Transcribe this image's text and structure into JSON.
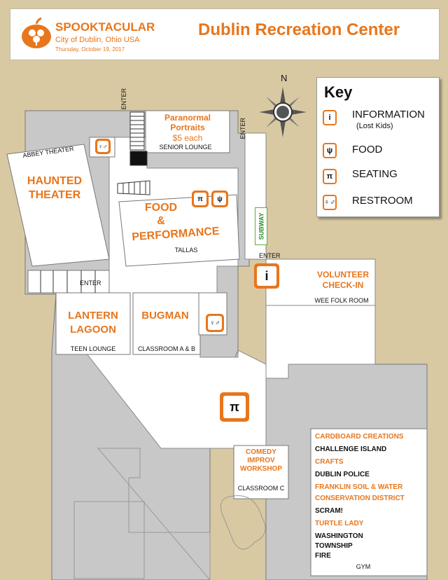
{
  "header": {
    "event_name": "SPOOKTACULAR",
    "city": "City of Dublin, Ohio USA",
    "date": "Thursday, October 19, 2017",
    "venue": "Dublin Recreation Center"
  },
  "key": {
    "title": "Key",
    "compass": "N",
    "items": [
      {
        "icon": "information-icon",
        "label": "INFORMATION",
        "sub": "(Lost Kids)"
      },
      {
        "icon": "food-icon",
        "label": "FOOD"
      },
      {
        "icon": "seating-icon",
        "label": "SEATING"
      },
      {
        "icon": "restroom-icon",
        "label": "RESTROOM"
      }
    ]
  },
  "rooms": {
    "paranormal": {
      "title": "Paranormal Portraits",
      "sub": "$5 each",
      "room": "SENIOR LOUNGE"
    },
    "abbey": {
      "room": "ABBEY THEATER",
      "title_1": "HAUNTED",
      "title_2": "THEATER"
    },
    "food": {
      "title_1": "FOOD",
      "title_2": "&",
      "title_3": "PERFORMANCE",
      "room": "TALLAS"
    },
    "volunteer": {
      "title_1": "VOLUNTEER",
      "title_2": "CHECK-IN",
      "room": "WEE FOLK ROOM"
    },
    "lantern": {
      "title_1": "LANTERN",
      "title_2": "LAGOON",
      "room": "TEEN LOUNGE"
    },
    "bugman": {
      "title": "BUGMAN",
      "room": "CLASSROOM A & B"
    },
    "comedy": {
      "title_1": "COMEDY",
      "title_2": "IMPROV",
      "title_3": "WORKSHOP",
      "room": "CLASSROOM C"
    },
    "gym": {
      "room": "GYM",
      "items": [
        {
          "text": "CARDBOARD CREATIONS",
          "color": "#e8761c"
        },
        {
          "text": "CHALLENGE ISLAND",
          "color": "#111111"
        },
        {
          "text": "CRAFTS",
          "color": "#e8761c"
        },
        {
          "text": "DUBLIN POLICE",
          "color": "#111111"
        },
        {
          "text": "FRANKLIN SOIL & WATER",
          "color": "#e8761c"
        },
        {
          "text": "CONSERVATION DISTRICT",
          "color": "#e8761c"
        },
        {
          "text": "SCRAM!",
          "color": "#111111"
        },
        {
          "text": "TURTLE LADY",
          "color": "#e8761c"
        },
        {
          "text": "WASHINGTON",
          "color": "#111111"
        },
        {
          "text": "TOWNSHIP",
          "color": "#111111"
        },
        {
          "text": "FIRE",
          "color": "#111111"
        }
      ]
    }
  },
  "entrances": {
    "north": "ENTER",
    "east_top": "ENTER",
    "east_mid": "ENTER",
    "west": "ENTER"
  },
  "signage": {
    "subway": "SUBWAY"
  },
  "colors": {
    "accent": "#e8761c",
    "background": "#d9c9a3",
    "building_gray": "#c8c8c8"
  }
}
